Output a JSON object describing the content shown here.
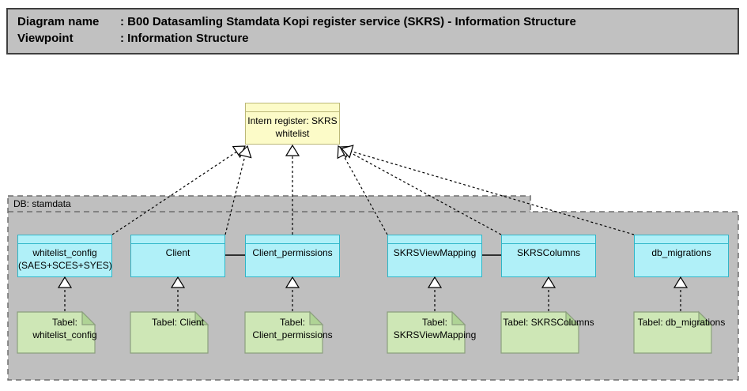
{
  "header": {
    "rows": [
      {
        "label": "Diagram name",
        "value": ": B00 Datasamling Stamdata Kopi register service (SKRS) - Information Structure"
      },
      {
        "label": "Viewpoint",
        "value": ": Information Structure"
      }
    ]
  },
  "diagram": {
    "root": {
      "label": "Intern register: SKRS\nwhitelist"
    },
    "container": {
      "label": "DB: stamdata"
    },
    "entities": [
      {
        "label": "whitelist_config\n(SAES+SCES+SYES)"
      },
      {
        "label": "Client"
      },
      {
        "label": "Client_permissions"
      },
      {
        "label": "SKRSViewMapping"
      },
      {
        "label": "SKRSColumns"
      },
      {
        "label": "db_migrations"
      }
    ],
    "notes": [
      {
        "label": "Tabel:\nwhitelist_config"
      },
      {
        "label": "Tabel: Client"
      },
      {
        "label": "Tabel:\nClient_permissions"
      },
      {
        "label": "Tabel:\nSKRSViewMapping"
      },
      {
        "label": "Tabel: SKRSColumns"
      },
      {
        "label": "Tabel: db_migrations"
      }
    ],
    "relations": [
      {
        "type": "dashed-triangle",
        "from": "whitelist_config (SAES+SCES+SYES)",
        "to": "Intern register: SKRS whitelist"
      },
      {
        "type": "dashed-triangle",
        "from": "Client",
        "to": "Intern register: SKRS whitelist"
      },
      {
        "type": "dashed-triangle",
        "from": "Client_permissions",
        "to": "Intern register: SKRS whitelist"
      },
      {
        "type": "dashed-triangle",
        "from": "SKRSViewMapping",
        "to": "Intern register: SKRS whitelist"
      },
      {
        "type": "dashed-triangle",
        "from": "SKRSColumns",
        "to": "Intern register: SKRS whitelist"
      },
      {
        "type": "dashed-triangle",
        "from": "db_migrations",
        "to": "Intern register: SKRS whitelist"
      },
      {
        "type": "dashed-triangle",
        "from": "Tabel: whitelist_config",
        "to": "whitelist_config (SAES+SCES+SYES)"
      },
      {
        "type": "dashed-triangle",
        "from": "Tabel: Client",
        "to": "Client"
      },
      {
        "type": "dashed-triangle",
        "from": "Tabel: Client_permissions",
        "to": "Client_permissions"
      },
      {
        "type": "dashed-triangle",
        "from": "Tabel: SKRSViewMapping",
        "to": "SKRSViewMapping"
      },
      {
        "type": "dashed-triangle",
        "from": "Tabel: SKRSColumns",
        "to": "SKRSColumns"
      },
      {
        "type": "dashed-triangle",
        "from": "Tabel: db_migrations",
        "to": "db_migrations"
      },
      {
        "type": "association",
        "from": "Client",
        "to": "Client_permissions"
      },
      {
        "type": "association",
        "from": "SKRSViewMapping",
        "to": "SKRSColumns"
      }
    ]
  },
  "colors": {
    "header_fill": "#c1c1c1",
    "header_border": "#3f3f3f",
    "container_fill": "#bfbfbf",
    "container_border": "#6e6e6e",
    "entity_fill": "#b0f0f8",
    "entity_border": "#2fb6c8",
    "root_fill": "#fcfbc8",
    "root_border": "#bcb878",
    "note_fill": "#cee7b6",
    "note_fold": "#afd395",
    "note_border": "#8c9f7e",
    "connector": "#000000"
  }
}
